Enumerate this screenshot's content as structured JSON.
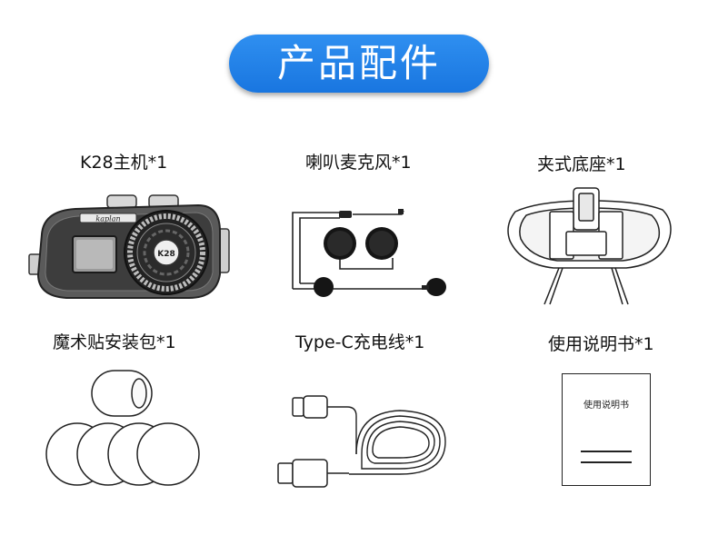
{
  "banner": {
    "title": "产品配件"
  },
  "items": [
    {
      "label": "K28主机*1",
      "device_badge": "K28",
      "brand_text": "kaplan"
    },
    {
      "label": "喇叭麦克风*1"
    },
    {
      "label": "夹式底座*1"
    },
    {
      "label": "魔术贴安装包*1"
    },
    {
      "label": "Type-C充电线*1"
    },
    {
      "label": "使用说明书*1",
      "manual_title": "使用说明书"
    }
  ],
  "colors": {
    "banner": "#1e7fe8",
    "banner_text": "#ffffff",
    "line_art": "#222222"
  }
}
